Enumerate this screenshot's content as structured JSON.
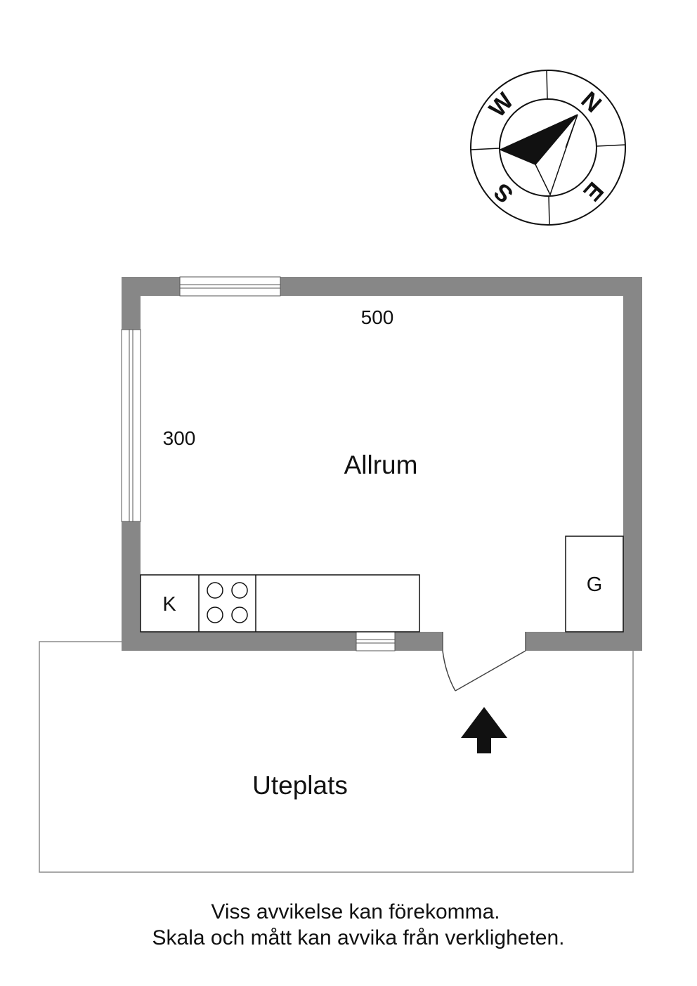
{
  "compass": {
    "north": "N",
    "south": "S",
    "east": "E",
    "west": "W"
  },
  "rooms": {
    "main": "Allrum",
    "outdoor": "Uteplats"
  },
  "dimensions": {
    "width": "500",
    "depth": "300"
  },
  "fixtures": {
    "kitchen": "K",
    "wardrobe": "G"
  },
  "disclaimer": {
    "line1": "Viss avvikelse kan förekomma.",
    "line2": "Skala och mått kan avvika från verkligheten."
  },
  "colors": {
    "wall": "#878787",
    "line": "#111111"
  }
}
